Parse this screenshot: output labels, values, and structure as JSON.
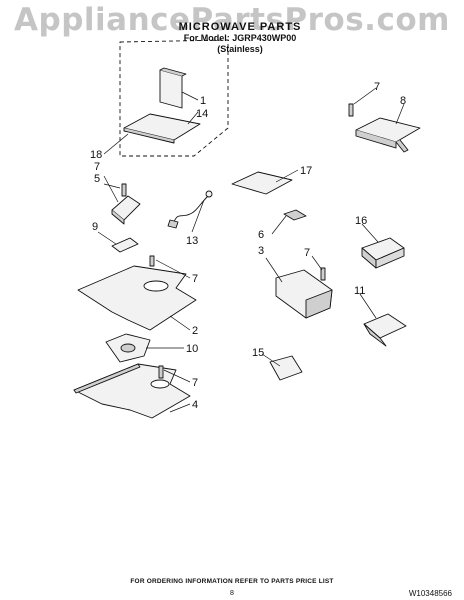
{
  "watermark": "AppliancePartsPros.com",
  "header": {
    "title": "MICROWAVE PARTS",
    "model_line": "For Model: JGRP430WP00",
    "variant": "(Stainless)"
  },
  "footer": {
    "notice": "FOR ORDERING INFORMATION REFER TO PARTS PRICE LIST",
    "page_number": "8",
    "doc_number": "W10348566"
  },
  "callouts": {
    "c1": "1",
    "c14": "14",
    "c18": "18",
    "c7a": "7",
    "c5": "5",
    "c13": "13",
    "c9": "9",
    "c7b": "7",
    "c2": "2",
    "c10": "10",
    "c7c": "7",
    "c4": "4",
    "c7d": "7",
    "c8": "8",
    "c17": "17",
    "c6": "6",
    "c16": "16",
    "c3": "3",
    "c7e": "7",
    "c11": "11",
    "c15": "15"
  },
  "colors": {
    "ink": "#111111",
    "part_fill": "#f2f2f2",
    "part_shade": "#cfcfcf",
    "watermark": "#969696"
  }
}
